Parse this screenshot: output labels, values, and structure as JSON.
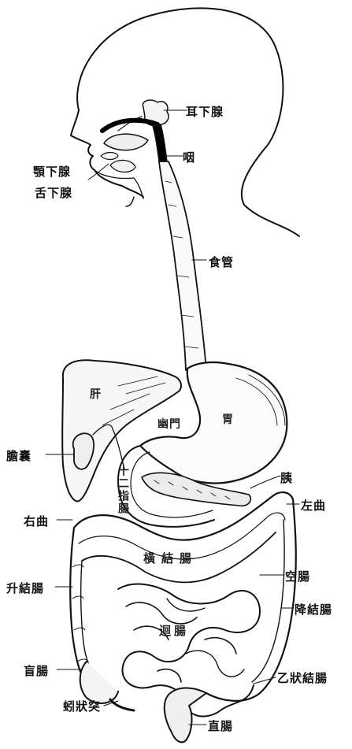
{
  "labels": {
    "parotid": "耳下腺",
    "pharynx": "咽",
    "submandibular": "顎下腺",
    "sublingual": "舌下腺",
    "esophagus": "食管",
    "liver": "肝",
    "stomach": "胃",
    "pylorus": "幽門",
    "gallbladder": "膽囊",
    "pancreas": "胰",
    "duodenum": "十二指腸",
    "right_flexure": "右曲",
    "left_flexure": "左曲",
    "transverse_colon": "橫結腸",
    "ascending_colon": "升結腸",
    "jejunum": "空腸",
    "descending_colon": "降結腸",
    "ileum": "迴腸",
    "cecum": "盲腸",
    "sigmoid_colon": "乙狀結腸",
    "appendix": "蚓狀突",
    "rectum": "直腸"
  }
}
